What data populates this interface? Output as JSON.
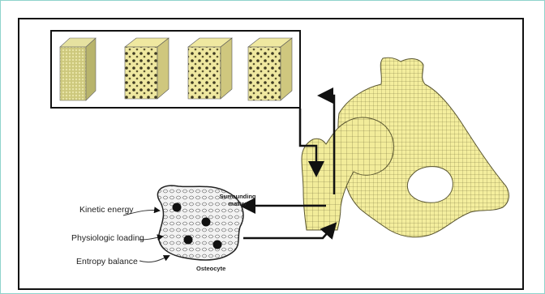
{
  "figure": {
    "cubes": [
      {
        "name": "dense-lattice-cube"
      },
      {
        "name": "trabecular-cube-1"
      },
      {
        "name": "trabecular-cube-2"
      },
      {
        "name": "trabecular-cube-3"
      }
    ],
    "labels": {
      "kinetic": "Kinetic energy",
      "loading": "Physiologic loading",
      "entropy": "Entropy balance",
      "surrounding": "Surrounding matter",
      "osteocyte": "Osteocyte"
    },
    "colors": {
      "bone": "#f2ec9a",
      "bone_mesh": "#6e6a3a",
      "cube_dense": "#d8d48a",
      "frame": "#8fd3cc"
    }
  }
}
